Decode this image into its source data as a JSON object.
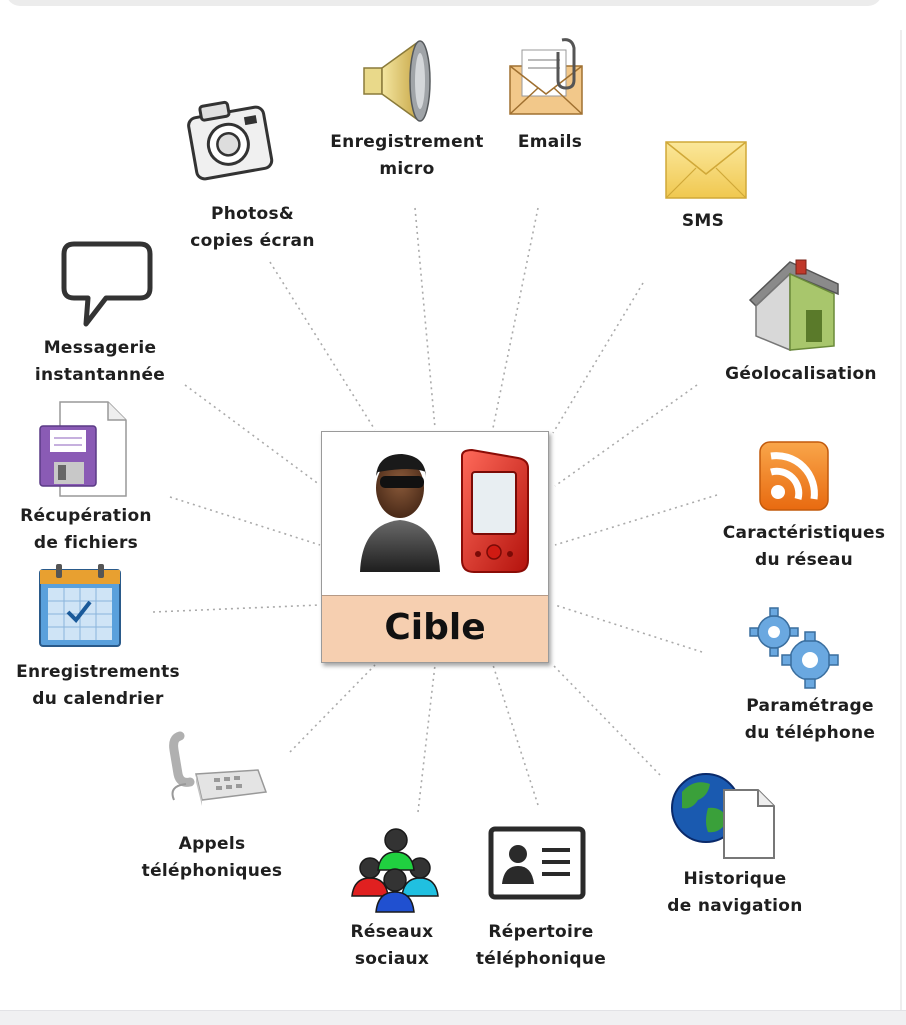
{
  "center": {
    "label": "Cible"
  },
  "nodes": {
    "micro": [
      "Enregistrement",
      "micro"
    ],
    "emails": [
      "Emails"
    ],
    "photos": [
      "Photos&",
      "copies écran"
    ],
    "sms": [
      "SMS"
    ],
    "messagerie": [
      "Messagerie",
      "instantannée"
    ],
    "geoloc": [
      "Géolocalisation"
    ],
    "recuperation": [
      "Récupération",
      "de fichiers"
    ],
    "reseau": [
      "Caractéristiques",
      "du réseau"
    ],
    "calendrier": [
      "Enregistrements",
      "du calendrier"
    ],
    "parametrage": [
      "Paramétrage",
      "du téléphone"
    ],
    "appels": [
      "Appels",
      "téléphoniques"
    ],
    "reseaux_sociaux": [
      "Réseaux",
      "sociaux"
    ],
    "repertoire": [
      "Répertoire",
      "téléphonique"
    ],
    "historique": [
      "Historique",
      "de navigation"
    ]
  },
  "colors": {
    "center_band": "#f6cfb0",
    "connector": "#aaaaaa",
    "phone": "#e8231c",
    "rss": "#f48a20",
    "house_wall": "#a8c66c",
    "envelope": "#f5d878",
    "gear": "#5b9bd5",
    "calendar": "#4a90c8",
    "floppy": "#8a5bb5"
  }
}
